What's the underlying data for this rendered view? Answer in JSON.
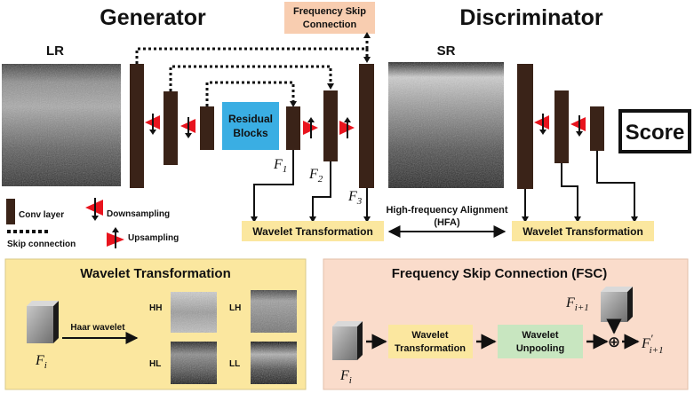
{
  "titles": {
    "generator": "Generator",
    "discriminator": "Discriminator"
  },
  "images": {
    "lr_label": "LR",
    "sr_label": "SR"
  },
  "fsc_tag": {
    "line1": "Frequency Skip",
    "line2": "Connection"
  },
  "residual": {
    "line1": "Residual",
    "line2": "Blocks"
  },
  "score": "Score",
  "features": {
    "f1": "F",
    "f1_sub": "1",
    "f2": "F",
    "f2_sub": "2",
    "f3": "F",
    "f3_sub": "3"
  },
  "legend": {
    "conv": "Conv layer",
    "down": "Downsampling",
    "skip": "Skip connection",
    "up": "Upsampling"
  },
  "wavelet_box_label": "Wavelet Transformation",
  "hfa": {
    "line1": "High-frequency Alignment",
    "line2": "(HFA)"
  },
  "panel_wt": {
    "title": "Wavelet Transformation",
    "arrow_label": "Haar wavelet",
    "input": "F",
    "input_sub": "i",
    "bands": [
      "HH",
      "LH",
      "HL",
      "LL"
    ]
  },
  "panel_fsc": {
    "title": "Frequency Skip Connection (FSC)",
    "input": "F",
    "input_sub": "i",
    "wt_line1": "Wavelet",
    "wt_line2": "Transformation",
    "wu_line1": "Wavelet",
    "wu_line2": "Unpooling",
    "top_input": "F",
    "top_input_sub": "i+1",
    "output": "F",
    "output_prime": "′",
    "output_sub": "i+1",
    "plus": "⊕"
  },
  "colors": {
    "conv": "#3a2318",
    "red": "#e8141e",
    "fsc_tag": "#f8cdb0",
    "residual": "#3aaee3",
    "wavelet_box": "#fbe79f",
    "panel_wt": "#fbe79f",
    "panel_fsc": "#fadccb",
    "wu_box": "#c8e6c0"
  }
}
